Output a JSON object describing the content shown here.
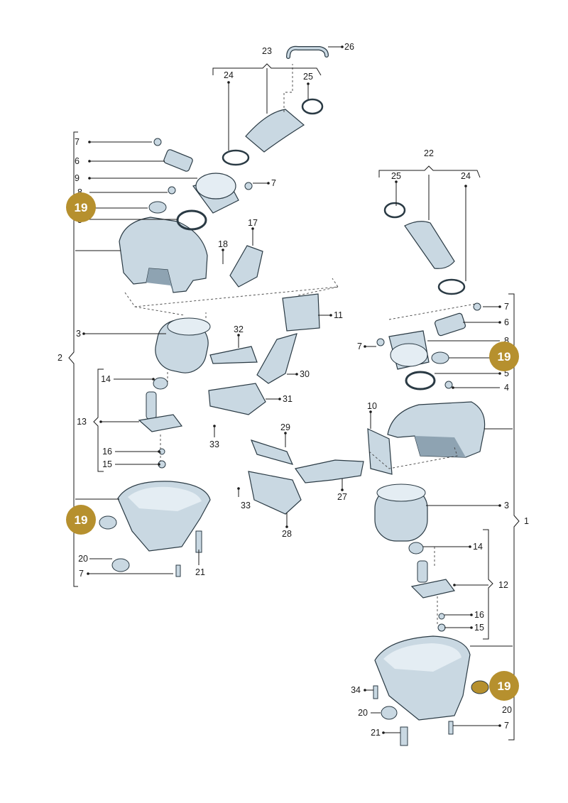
{
  "colors": {
    "part_fill": "#c9d8e2",
    "part_light": "#e4edf3",
    "part_dark": "#8ea3b2",
    "outline": "#2a3a44",
    "badge": "#b6902e",
    "line": "#1a1a1a"
  },
  "labels": {
    "l1": "1",
    "l2": "2",
    "l3a": "3",
    "l3b": "3",
    "l4": "4",
    "l5a": "5",
    "l5b": "5",
    "l6a": "6",
    "l6b": "6",
    "l7a": "7",
    "l7b": "7",
    "l7c": "7",
    "l7d": "7",
    "l7e": "7",
    "l7f": "7",
    "l8a": "8",
    "l8b": "8",
    "l9": "9",
    "l10": "10",
    "l11": "11",
    "l12": "12",
    "l13": "13",
    "l14a": "14",
    "l14b": "14",
    "l15a": "15",
    "l15b": "15",
    "l16a": "16",
    "l16b": "16",
    "l17": "17",
    "l18": "18",
    "l20a": "20",
    "l20b": "20",
    "l21a": "21",
    "l21b": "21",
    "l22": "22",
    "l23": "23",
    "l24a": "24",
    "l24b": "24",
    "l25a": "25",
    "l25b": "25",
    "l26": "26",
    "l27": "27",
    "l28": "28",
    "l29": "29",
    "l30": "30",
    "l31": "31",
    "l32": "32",
    "l33a": "33",
    "l33b": "33",
    "l34": "34"
  },
  "badges": {
    "b1": "19",
    "b2": "19",
    "b3": "19",
    "b4": "19"
  }
}
